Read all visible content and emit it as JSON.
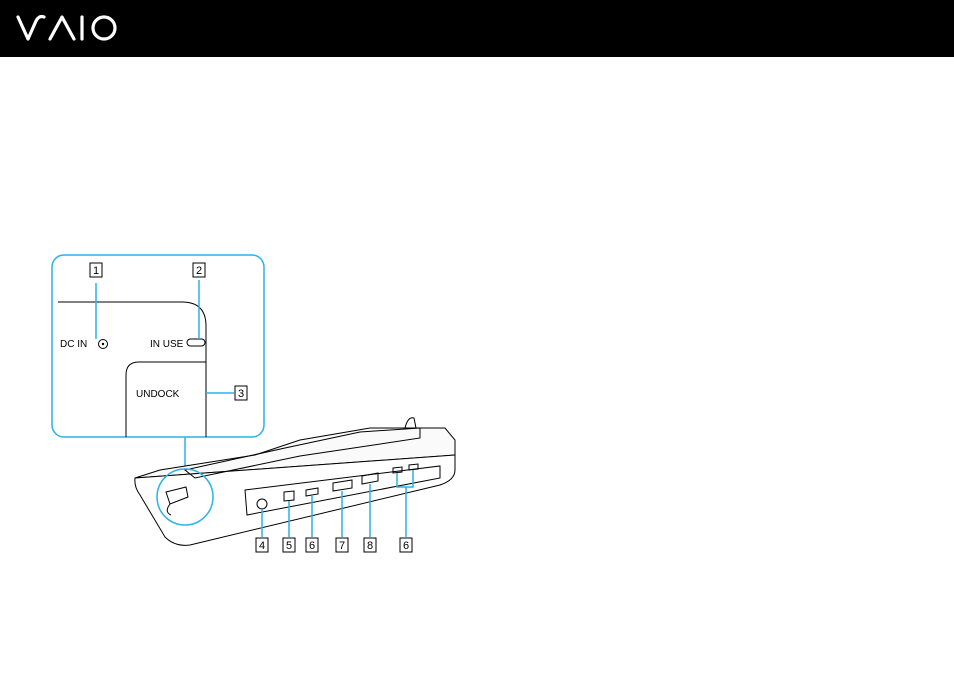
{
  "brand": {
    "logo_text": "VAIO",
    "header_color": "#000000"
  },
  "figure": {
    "inset_labels": {
      "dc_in": "DC IN",
      "in_use": "IN USE",
      "undock": "UNDOCK"
    },
    "callouts": [
      "1",
      "2",
      "3",
      "4",
      "5",
      "6",
      "7",
      "8",
      "6"
    ],
    "accent_color": "#29b3e6"
  }
}
